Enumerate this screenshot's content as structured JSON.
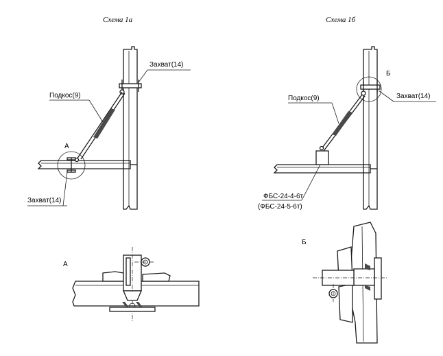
{
  "scheme_a": {
    "title": "Схема 1а",
    "label_clamp_top": "Захват(14)",
    "label_brace": "Подкос(9)",
    "label_node": "А",
    "label_clamp_bottom": "Захват(14)"
  },
  "scheme_b": {
    "title": "Схема 1б",
    "label_node": "Б",
    "label_brace": "Подкос(9)",
    "label_clamp": "Захват(14)",
    "label_block_1": "ФБС-24-4-6т",
    "label_block_2": "(ФБС-24-5-6т)"
  },
  "detail_a": {
    "label": "А"
  },
  "detail_b": {
    "label": "Б"
  }
}
